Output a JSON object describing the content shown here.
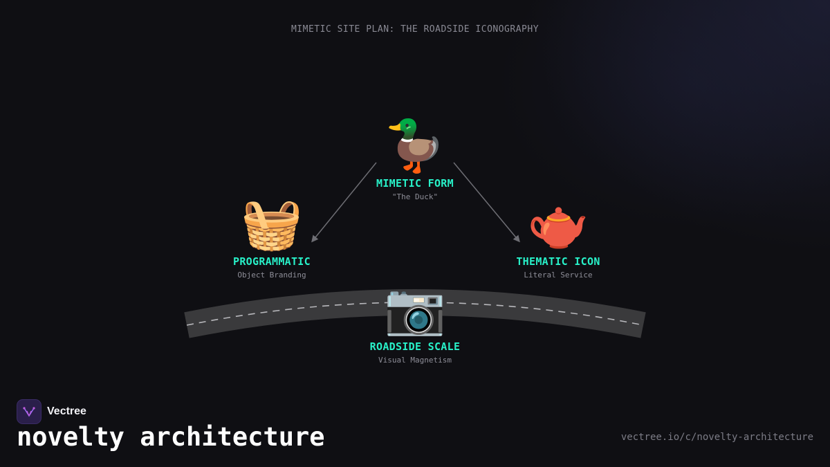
{
  "title": "MIMETIC SITE PLAN: THE ROADSIDE ICONOGRAPHY",
  "nodes": {
    "mimetic": {
      "icon": "🦆",
      "icon_name": "duck-icon",
      "label": "MIMETIC FORM",
      "sub": "\"The Duck\""
    },
    "programmatic": {
      "icon": "🧺",
      "icon_name": "basket-icon",
      "label": "PROGRAMMATIC",
      "sub": "Object Branding"
    },
    "thematic": {
      "icon": "🫖",
      "icon_name": "teapot-icon",
      "label": "THEMATIC ICON",
      "sub": "Literal Service"
    },
    "roadside": {
      "icon": "📷",
      "icon_name": "camera-icon",
      "label": "ROADSIDE SCALE",
      "sub": "Visual Magnetism"
    }
  },
  "colors": {
    "accent": "#28f0c8",
    "background": "#0f0f13",
    "road": "#3a3a3c",
    "connector": "#6e6e74"
  },
  "footer": {
    "brand_name": "Vectree",
    "headline": "novelty architecture",
    "url": "vectree.io/c/novelty-architecture"
  }
}
